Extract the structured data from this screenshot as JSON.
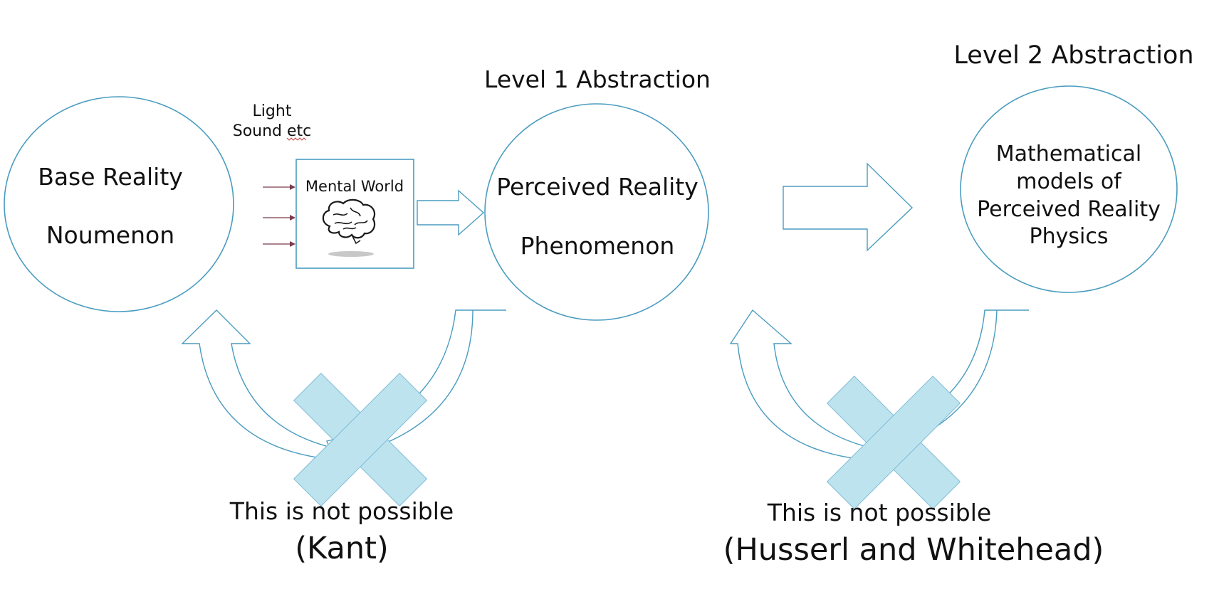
{
  "colors": {
    "outline": "#4a9cc0",
    "cross_fill": "#bde3ef",
    "small_arrow": "#7a3b4a",
    "text": "#111111",
    "squiggle": "#d04040"
  },
  "headings": {
    "level1": "Level 1 Abstraction",
    "level2": "Level 2 Abstraction"
  },
  "base_reality": {
    "line1": "Base Reality",
    "line2": "Noumenon"
  },
  "inputs": {
    "line1": "Light",
    "line2": "Sound etc"
  },
  "mental_world": {
    "label": "Mental World",
    "icon": "brain-icon"
  },
  "perceived_reality": {
    "line1": "Perceived Reality",
    "line2": "Phenomenon"
  },
  "math_models": {
    "line1": "Mathematical",
    "line2": "models of",
    "line3": "Perceived Reality",
    "line4": "Physics"
  },
  "left_note": {
    "text": "This is not possible",
    "attribution": "(Kant)"
  },
  "right_note": {
    "text": "This is not possible",
    "attribution": "(Husserl and Whitehead)"
  }
}
